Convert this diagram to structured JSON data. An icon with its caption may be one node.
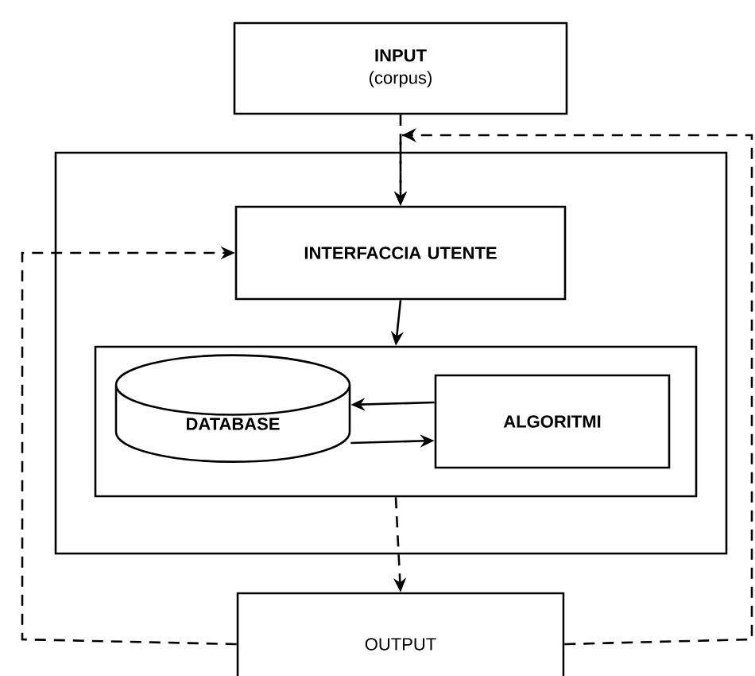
{
  "diagram": {
    "nodes": [
      {
        "text": [
          "INPUT",
          "(corpus)"
        ]
      },
      {
        "text": [],
        "shape": "box"
      },
      {
        "text": [
          "INTERFACCIA UTENTE"
        ],
        "in": 1
      },
      {
        "text": [],
        "shape": "box",
        "in": 1
      },
      {
        "text": [
          "DATABASE"
        ],
        "in": 3
      },
      {
        "text": [
          "ALGORITMI"
        ],
        "in": 3
      },
      {
        "text": [
          "OUTPUT"
        ]
      }
    ],
    "edges": [
      {
        "from": 0,
        "to": 2,
        "arrow": "to",
        "style": "dashed"
      },
      {
        "from": 6,
        "to": 2,
        "arrow": "to",
        "style": "dashed"
      },
      {
        "from": 6,
        "to": 2,
        "arrow": "to",
        "style": "dashed"
      },
      {
        "from": 2,
        "to": 3,
        "arrow": "to"
      },
      {
        "from": 5,
        "to": 4,
        "arrow": "to"
      },
      {
        "from": 4,
        "to": 5,
        "arrow": "to"
      },
      {
        "from": 3,
        "to": 6,
        "arrow": "to",
        "style": "dashed"
      }
    ]
  }
}
